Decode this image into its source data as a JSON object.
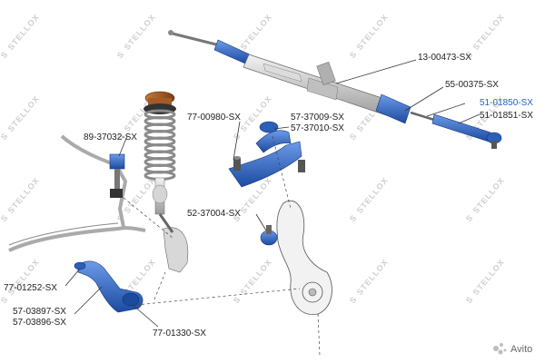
{
  "watermark": {
    "text": "STELLOX",
    "logo": "S"
  },
  "badge": {
    "text": "Avito",
    "icon": "avito-dots-icon"
  },
  "colors": {
    "highlight": "#1f5fd0",
    "part_blue": "#2b5fb8",
    "label": "#222222"
  },
  "labels": {
    "rack": "13-00473-SX",
    "tie_rod_inner": "55-00375-SX",
    "tie_rod_end_1": "51-01850-SX",
    "tie_rod_end_2": "51-01851-SX",
    "upper_arm_bushing": "77-00980-SX",
    "upper_arm_1": "57-37009-SX",
    "upper_arm_2": "57-37010-SX",
    "stabilizer_link": "89-37032-SX",
    "ball_joint": "52-37004-SX",
    "stabilizer_bushing": "77-01252-SX",
    "lower_arm_1": "57-03897-SX",
    "lower_arm_2": "57-03896-SX",
    "lower_arm_bushing": "77-01330-SX"
  }
}
